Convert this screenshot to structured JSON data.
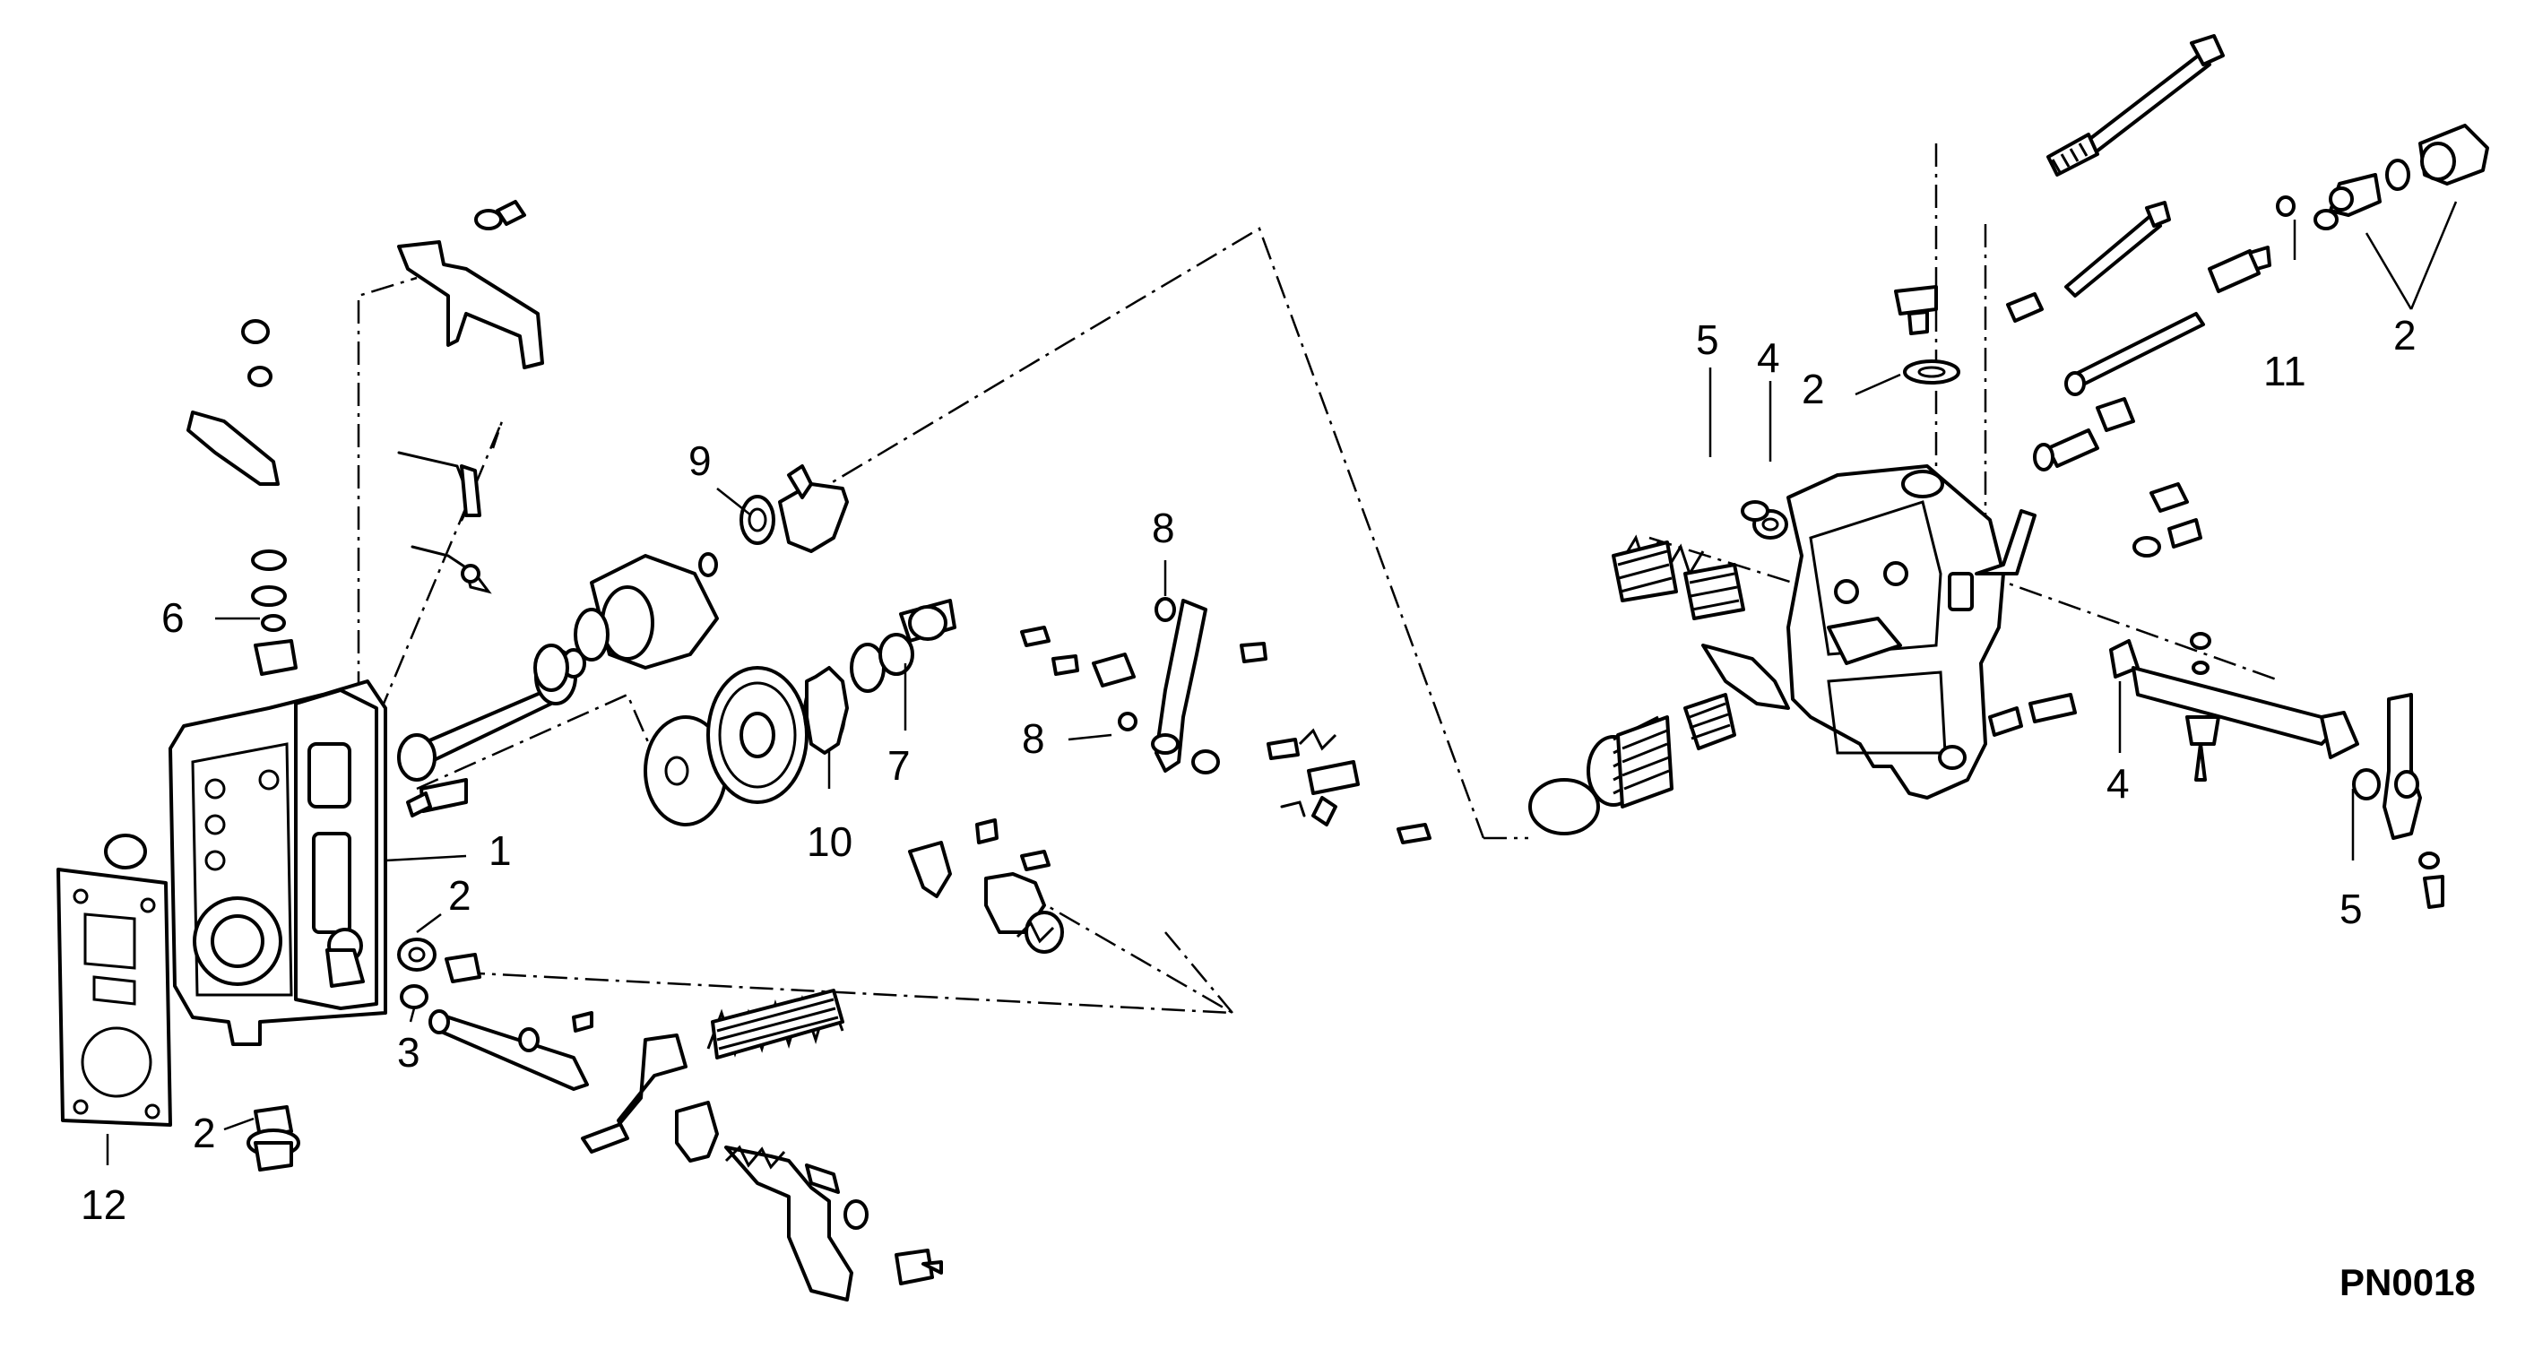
{
  "diagram_code": "PN0018",
  "callouts": [
    {
      "id": "c1",
      "label": "1"
    },
    {
      "id": "c2a",
      "label": "2"
    },
    {
      "id": "c2b",
      "label": "2"
    },
    {
      "id": "c2c",
      "label": "2"
    },
    {
      "id": "c2d",
      "label": "2"
    },
    {
      "id": "c3",
      "label": "3"
    },
    {
      "id": "c4a",
      "label": "4"
    },
    {
      "id": "c4b",
      "label": "4"
    },
    {
      "id": "c5a",
      "label": "5"
    },
    {
      "id": "c5b",
      "label": "5"
    },
    {
      "id": "c6",
      "label": "6"
    },
    {
      "id": "c7",
      "label": "7"
    },
    {
      "id": "c8a",
      "label": "8"
    },
    {
      "id": "c8b",
      "label": "8"
    },
    {
      "id": "c9",
      "label": "9"
    },
    {
      "id": "c10",
      "label": "10"
    },
    {
      "id": "c11",
      "label": "11"
    },
    {
      "id": "c12",
      "label": "12"
    }
  ]
}
